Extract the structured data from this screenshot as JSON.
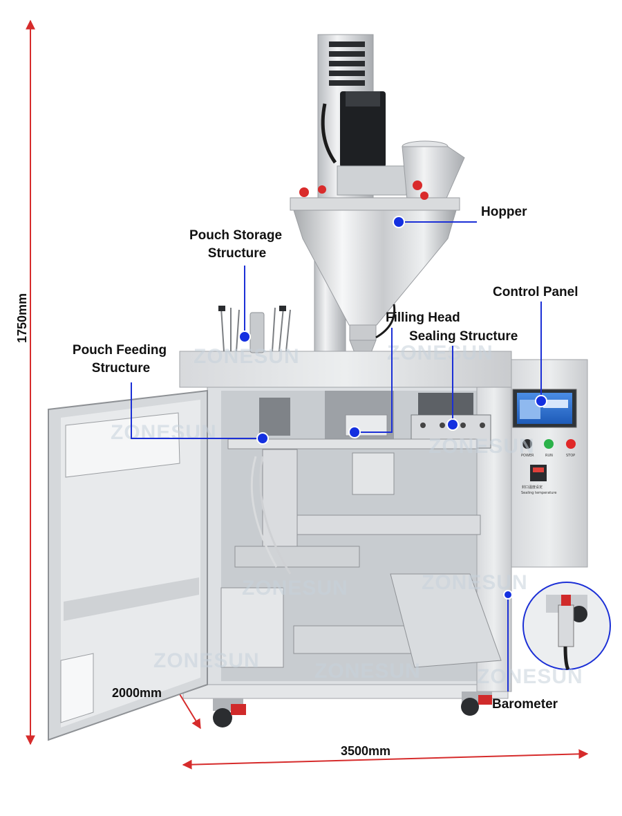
{
  "labels": {
    "hopper": "Hopper",
    "pouch_storage": [
      "Pouch Storage",
      "Structure"
    ],
    "control_panel": "Control Panel",
    "filling_head": "Filling Head",
    "sealing_structure": "Sealing Structure",
    "pouch_feeding": [
      "Pouch Feeding",
      "Structure"
    ],
    "barometer": "Barometer"
  },
  "dimensions": {
    "height": "1750mm",
    "depth": "2000mm",
    "width": "3500mm"
  },
  "watermark": "ZONESUN",
  "panel_text": {
    "power": "POWER",
    "run": "RUN",
    "stop": "STOP",
    "sealing_temp_cn": "封口温度设定",
    "sealing_temp": "Sealing temperature"
  },
  "colors": {
    "callout_line": "#1b2fd6",
    "callout_dot": "#1430e0",
    "dimension_line": "#d62b2b",
    "run_button": "#2bb24a",
    "stop_button": "#e02828",
    "screen": "#2a6fd0"
  }
}
